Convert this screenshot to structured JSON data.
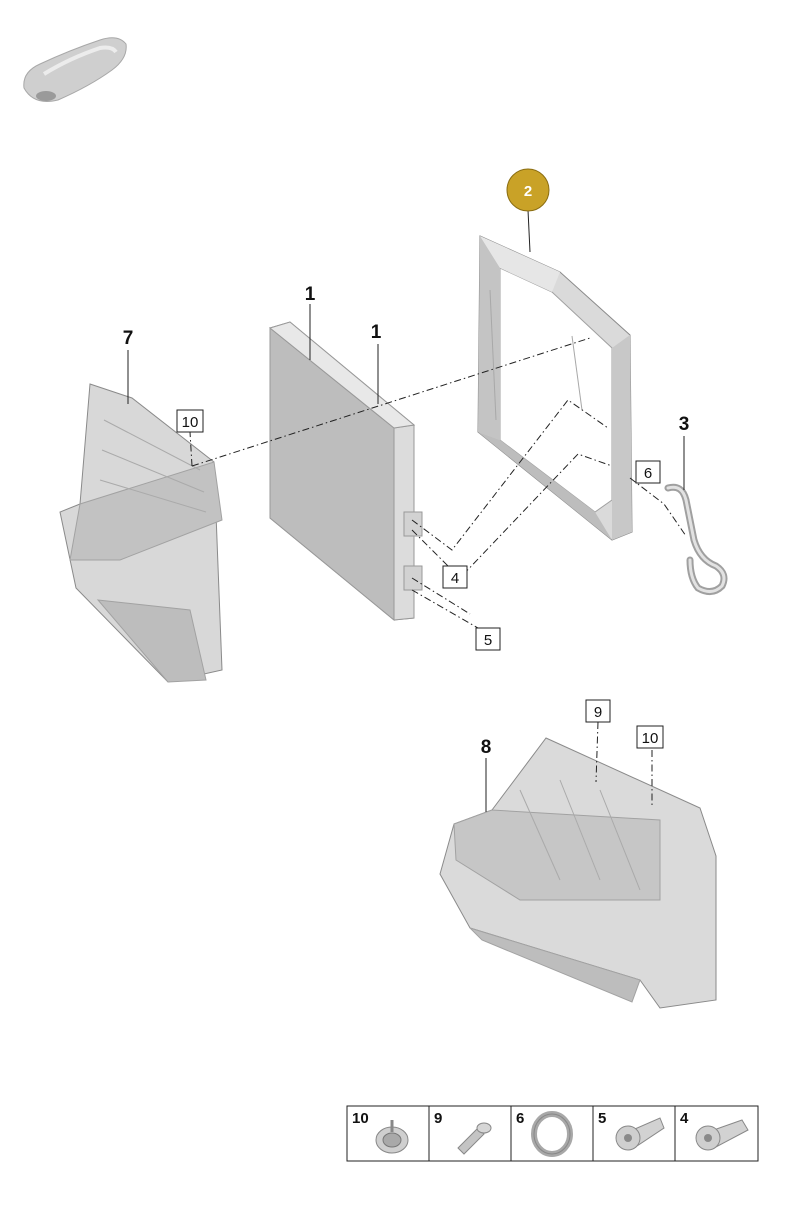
{
  "colors": {
    "callout": "#c9a227",
    "part_fill": "#d8d8d8",
    "part_shadow": "#b4b4b4",
    "line": "#222222"
  },
  "icons": {
    "vehicle": "car-silhouette-icon"
  },
  "callout": {
    "label": "2"
  },
  "parts": {
    "p1a": "1",
    "p1b": "1",
    "p3": "3",
    "p7": "7",
    "p8": "8"
  },
  "boxes": {
    "b10_top": "10",
    "b6": "6",
    "b4": "4",
    "b5": "5",
    "b9": "9",
    "b10_bottom": "10"
  },
  "legend": [
    {
      "number": "10",
      "icon": "screw-with-washer-icon"
    },
    {
      "number": "9",
      "icon": "expansion-rivet-icon"
    },
    {
      "number": "6",
      "icon": "ring-seal-icon"
    },
    {
      "number": "5",
      "icon": "torx-screw-icon"
    },
    {
      "number": "4",
      "icon": "torx-bolt-icon"
    }
  ]
}
